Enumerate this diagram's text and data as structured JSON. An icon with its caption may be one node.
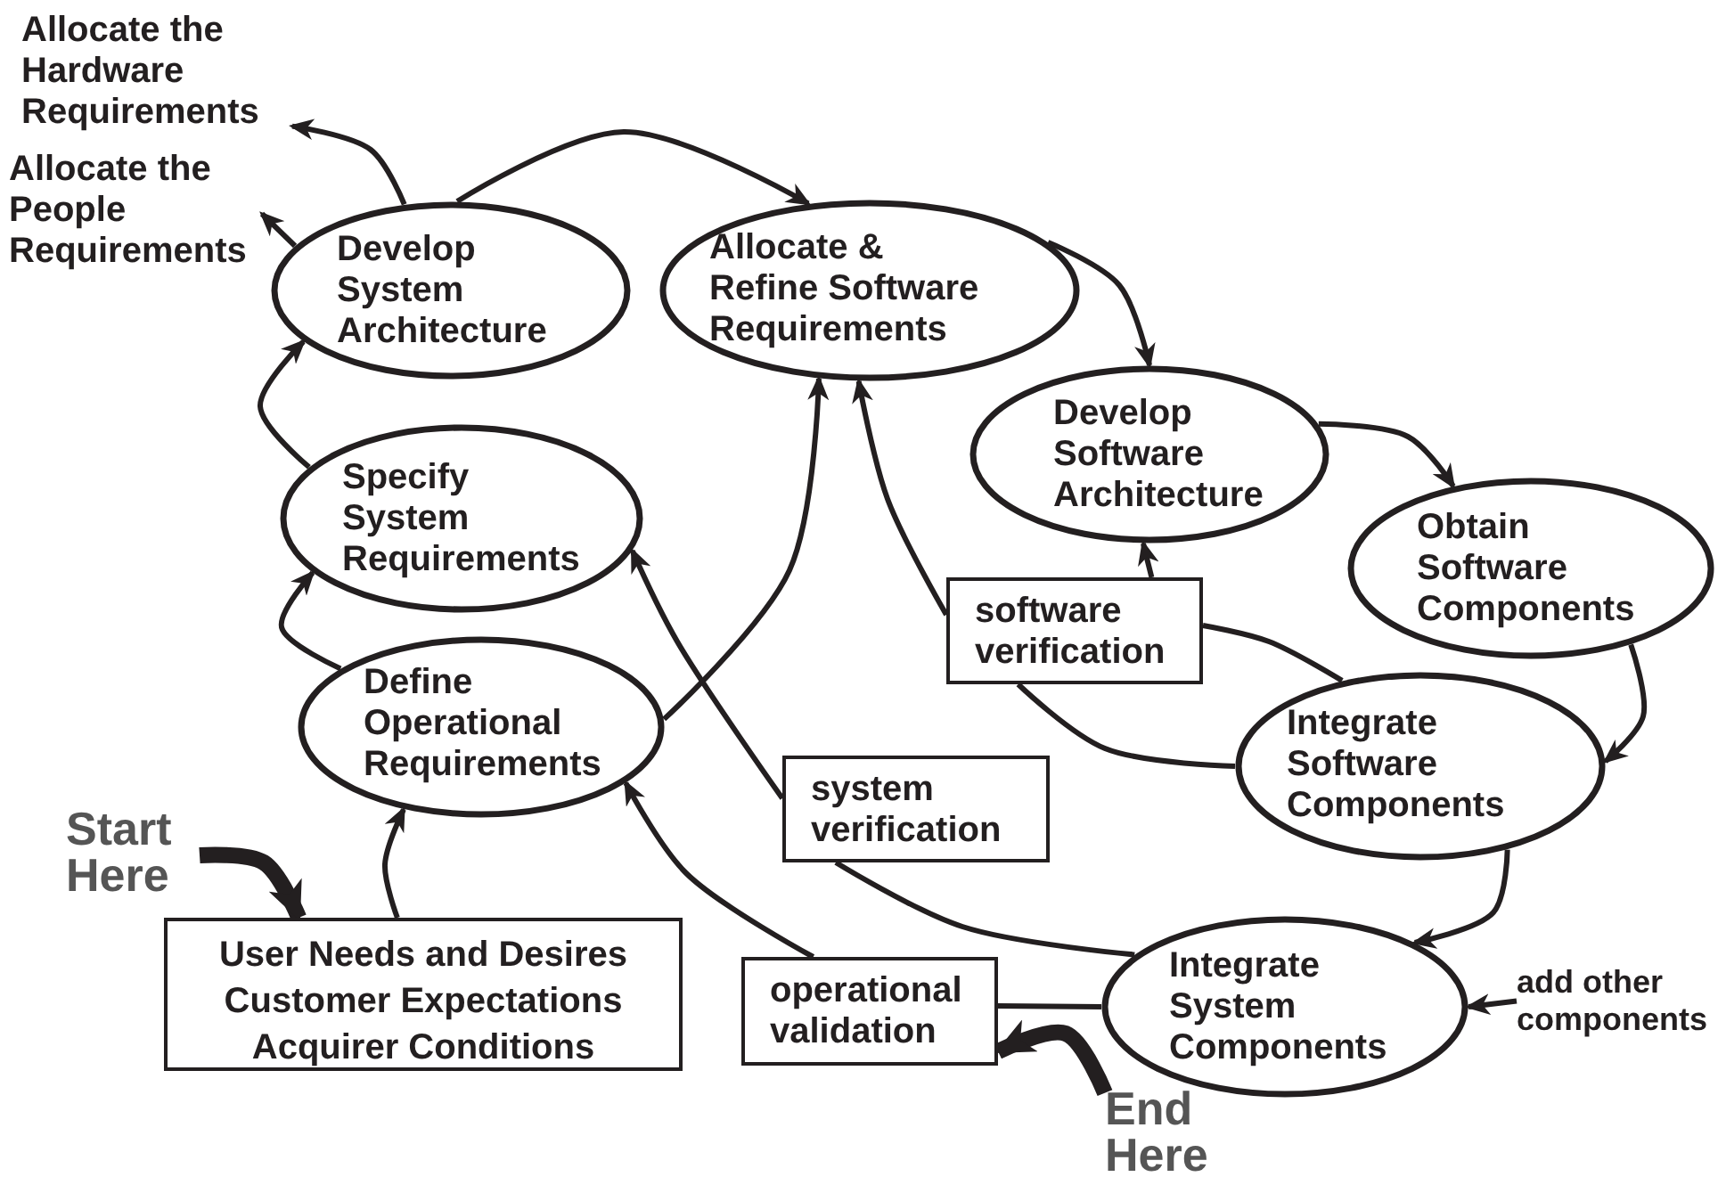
{
  "diagram": {
    "nodes": [
      {
        "text": [
          "Allocate the Hardware Requirements"
        ]
      },
      {
        "text": [
          "Allocate the People Requirements"
        ]
      },
      {
        "text": [
          "Develop System Architecture"
        ]
      },
      {
        "text": [
          "Allocate & Refine Software Requirements"
        ]
      },
      {
        "text": [
          "Specify System Requirements"
        ]
      },
      {
        "text": [
          "Develop Software Architecture"
        ]
      },
      {
        "text": [
          "Obtain Software Components"
        ]
      },
      {
        "text": [
          "software verification"
        ]
      },
      {
        "text": [
          "Define Operational Requirements"
        ]
      },
      {
        "text": [
          "Integrate Software Components"
        ]
      },
      {
        "text": [
          "system verification"
        ]
      },
      {
        "text": [
          "Start Here"
        ]
      },
      {
        "text": [
          "User Needs and Desires",
          "Customer Expectations",
          "Acquirer Conditions"
        ]
      },
      {
        "text": [
          "operational validation"
        ]
      },
      {
        "text": [
          "Integrate System Components"
        ]
      },
      {
        "text": [
          "add other components"
        ]
      },
      {
        "text": [
          "End Here"
        ]
      }
    ],
    "edges": [
      {
        "from": 2,
        "to": 0,
        "arrow": "to"
      },
      {
        "from": 2,
        "to": 1,
        "arrow": "to"
      },
      {
        "from": 2,
        "to": 3,
        "arrow": "to"
      },
      {
        "from": 3,
        "to": 5,
        "arrow": "to"
      },
      {
        "from": 5,
        "to": 6,
        "arrow": "to"
      },
      {
        "from": 6,
        "to": 9,
        "arrow": "to"
      },
      {
        "from": 9,
        "to": 14,
        "arrow": "to"
      },
      {
        "from": 15,
        "to": 14,
        "arrow": "to"
      },
      {
        "from": 4,
        "to": 2,
        "arrow": "to"
      },
      {
        "from": 8,
        "to": 4,
        "arrow": "to"
      },
      {
        "from": 12,
        "to": 8,
        "arrow": "to"
      },
      {
        "from": 11,
        "to": 12,
        "arrow": "to",
        "style": "thick"
      },
      {
        "from": 8,
        "to": 3,
        "arrow": "to"
      },
      {
        "from": 9,
        "to": 7,
        "arrow": "none"
      },
      {
        "from": 7,
        "to": 5,
        "arrow": "to"
      },
      {
        "from": 9,
        "to": 7,
        "arrow": "none"
      },
      {
        "from": 7,
        "to": 3,
        "arrow": "to"
      },
      {
        "from": 14,
        "to": 10,
        "arrow": "none"
      },
      {
        "from": 10,
        "to": 4,
        "arrow": "to"
      },
      {
        "from": 14,
        "to": 13,
        "arrow": "none"
      },
      {
        "from": 13,
        "to": 8,
        "arrow": "to"
      },
      {
        "from": 16,
        "to": 13,
        "arrow": "to",
        "style": "thick"
      }
    ]
  }
}
